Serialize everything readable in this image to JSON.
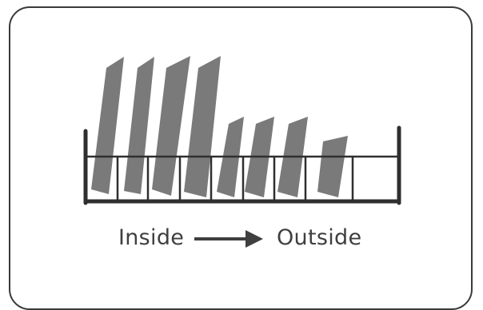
{
  "diagram": {
    "plates": [
      {
        "kind": "large"
      },
      {
        "kind": "large"
      },
      {
        "kind": "large"
      },
      {
        "kind": "large"
      },
      {
        "kind": "medium"
      },
      {
        "kind": "medium"
      },
      {
        "kind": "medium"
      },
      {
        "kind": "small"
      }
    ],
    "colors": {
      "plate": "#7a7a7a",
      "rack": "#2f2f2f",
      "text": "#3f3f3f"
    },
    "labels": {
      "inside": "Inside",
      "outside": "Outside"
    },
    "arrow_icon": "arrow-right-icon"
  }
}
